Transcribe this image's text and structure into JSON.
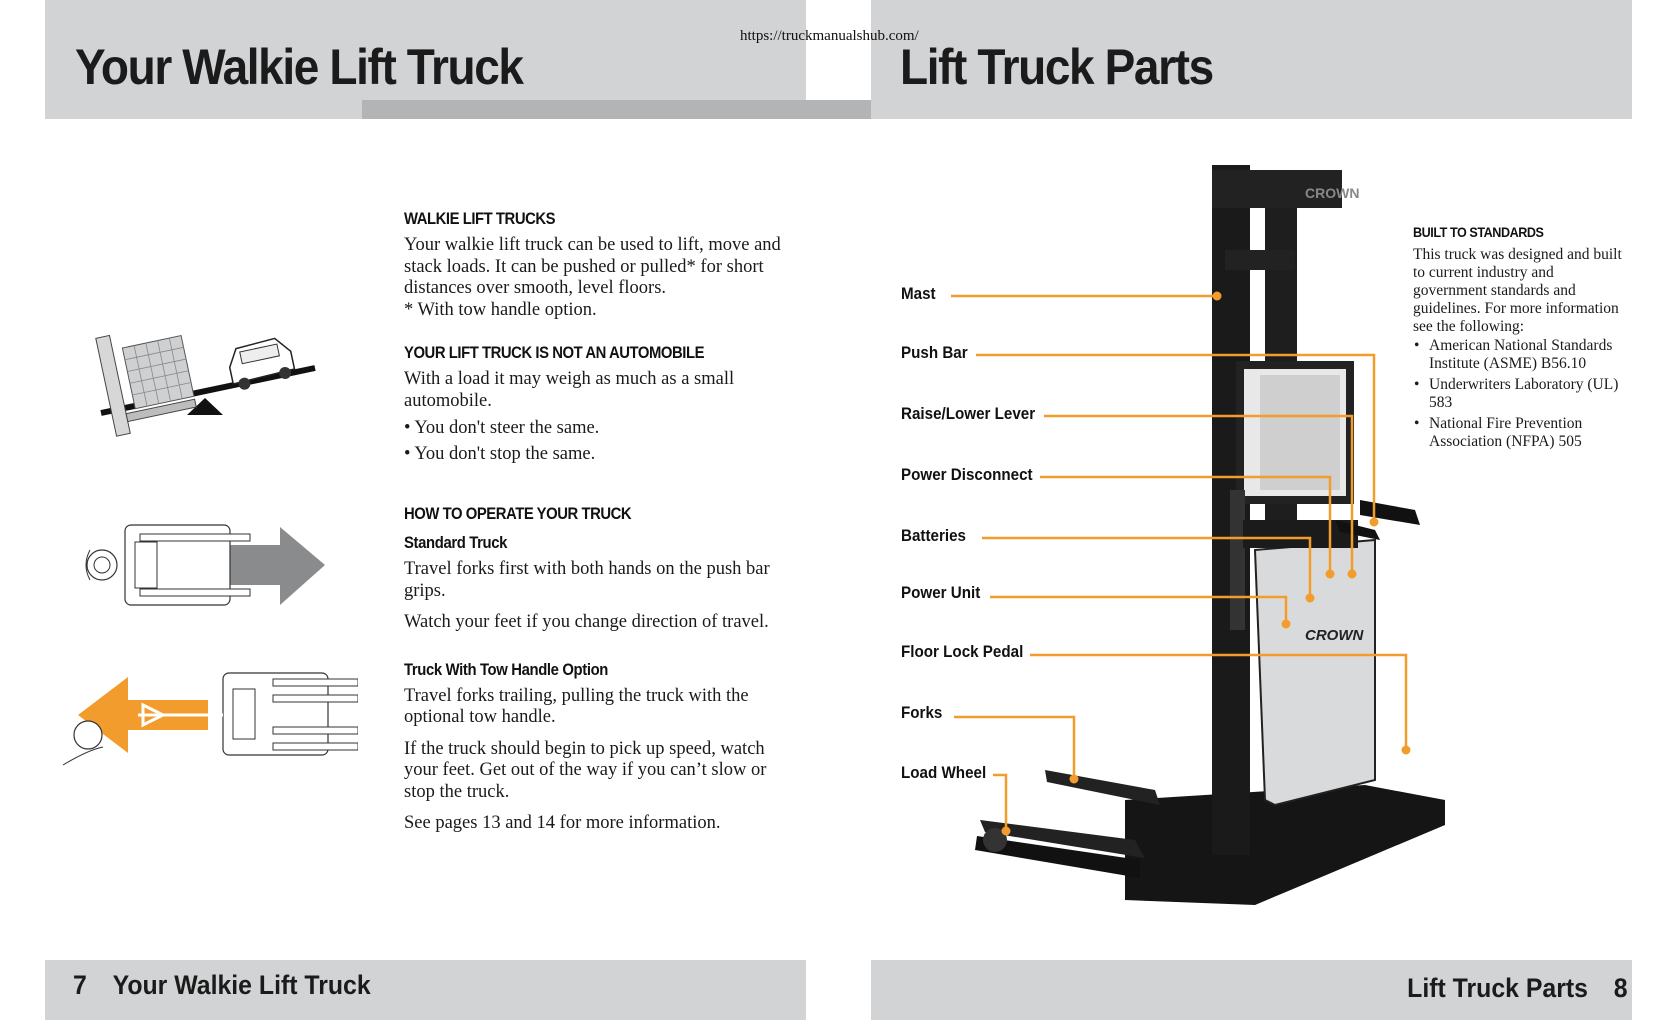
{
  "url": "https://truckmanualshub.com/",
  "left_page": {
    "title": "Your Walkie Lift Truck",
    "footer_number": "7",
    "footer_title": "Your Walkie Lift Truck",
    "walkie": {
      "heading": "WALKIE LIFT TRUCKS",
      "text": "Your walkie lift truck can be used to lift, move and stack loads.  It can be pushed or pulled* for short distances over smooth, level floors.",
      "footnote": "* With tow handle option."
    },
    "not_auto": {
      "heading": "YOUR LIFT TRUCK IS NOT AN AUTOMOBILE",
      "text": "With a load it may weigh as much as a small automobile.",
      "bullets": [
        "• You don't steer the same.",
        "• You don't stop the same."
      ]
    },
    "operate": {
      "heading": "HOW TO OPERATE YOUR TRUCK",
      "standard_heading": "Standard Truck",
      "standard_text_1": "Travel forks first with both hands on the push bar grips.",
      "standard_text_2": "Watch your feet if you change direction of travel.",
      "tow_heading": "Truck With Tow Handle Option",
      "tow_text_1": "Travel forks trailing, pulling the truck with the optional tow handle.",
      "tow_text_2": "If the truck should begin to pick up speed, watch your feet. Get out of the way if you can’t slow or stop the truck.",
      "tow_text_3": "See pages 13 and 14 for more information."
    },
    "illustrations": [
      "seesaw-load-vs-car",
      "push-truck-forward-arrow",
      "tow-truck-backward-arrow"
    ]
  },
  "right_page": {
    "title": "Lift Truck Parts",
    "footer_number": "8",
    "footer_title": "Lift Truck Parts",
    "parts": [
      "Mast",
      "Push Bar",
      "Raise/Lower Lever",
      "Power Disconnect",
      "Batteries",
      "Power Unit",
      "Floor Lock Pedal",
      "Forks",
      "Load Wheel"
    ],
    "truck_brand": "CROWN",
    "standards": {
      "heading": "BUILT TO STANDARDS",
      "text": "This truck was designed and built to current industry and government standards and guidelines.  For more information see the following:",
      "items": [
        "American National Standards Institute (ASME) B56.10",
        "Underwriters Laboratory (UL) 583",
        "National Fire Prevention Association (NFPA) 505"
      ]
    }
  },
  "colors": {
    "header_band": "#d2d3d5",
    "header_strip": "#b3b4b6",
    "callout_orange": "#f39c2e",
    "arrow_gray": "#8a8b8d",
    "arrow_orange": "#f39c2e"
  }
}
